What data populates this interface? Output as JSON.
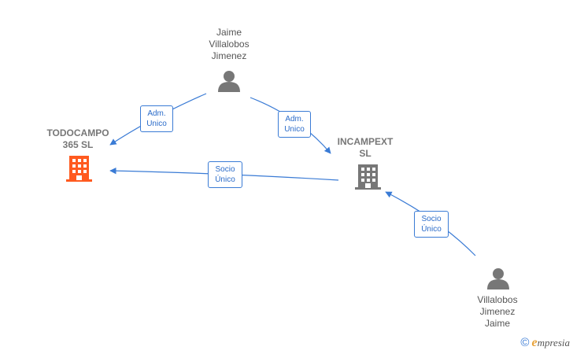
{
  "nodes": {
    "person_top": {
      "label": "Jaime\nVillalobos\nJimenez"
    },
    "company_left": {
      "label": "TODOCAMPO\n365  SL",
      "color": "#ff5a1f"
    },
    "company_right": {
      "label": "INCAMPEXT\nSL",
      "color": "#777777"
    },
    "person_bottom": {
      "label": "Villalobos\nJimenez\nJaime"
    }
  },
  "edges": {
    "top_to_left": {
      "line1": "Adm.",
      "line2": "Unico"
    },
    "top_to_right": {
      "line1": "Adm.",
      "line2": "Unico"
    },
    "right_to_left": {
      "line1": "Socio",
      "line2": "Único"
    },
    "bottom_to_right": {
      "line1": "Socio",
      "line2": "Único"
    }
  },
  "colors": {
    "edge": "#3a7bd5",
    "person_icon": "#777777"
  },
  "branding": {
    "copyright": "©",
    "e": "e",
    "rest": "mpresia"
  }
}
